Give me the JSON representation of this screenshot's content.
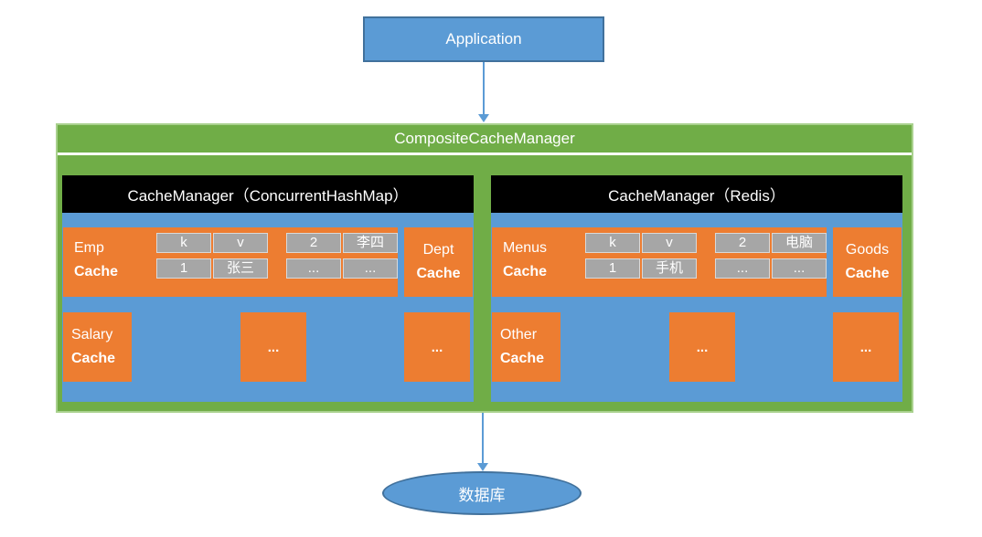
{
  "colors": {
    "box_blue": "#5B9BD5",
    "box_blue_border": "#41719C",
    "green": "#70AD47",
    "green_light_border": "#A9D18E",
    "orange": "#ED7D31",
    "cell_gray": "#A6A6A6",
    "cell_gray_border": "#D9D9D9",
    "header_black": "#000000",
    "arrow_blue": "#5B9BD5",
    "text_white": "#FFFFFF"
  },
  "application": {
    "label": "Application"
  },
  "composite": {
    "title": "CompositeCacheManager",
    "panels": [
      {
        "header": "CacheManager（ConcurrentHashMap）",
        "main_cache": {
          "name": "Emp",
          "type": "Cache",
          "t1": [
            "k",
            "v",
            "1",
            "张三"
          ],
          "t2": [
            "2",
            "李四",
            "...",
            "..."
          ]
        },
        "side_cache": {
          "name": "Dept",
          "type": "Cache"
        },
        "bottom_cache": {
          "name": "Salary",
          "type": "Cache"
        },
        "dots_mid": "...",
        "dots_right": "..."
      },
      {
        "header": "CacheManager（Redis）",
        "main_cache": {
          "name": "Menus",
          "type": "Cache",
          "t1": [
            "k",
            "v",
            "1",
            "手机"
          ],
          "t2": [
            "2",
            "电脑",
            "...",
            "..."
          ]
        },
        "side_cache": {
          "name": "Goods",
          "type": "Cache"
        },
        "bottom_cache": {
          "name": "Other",
          "type": "Cache"
        },
        "dots_mid": "...",
        "dots_right": "..."
      }
    ]
  },
  "database": {
    "label": "数据库"
  }
}
